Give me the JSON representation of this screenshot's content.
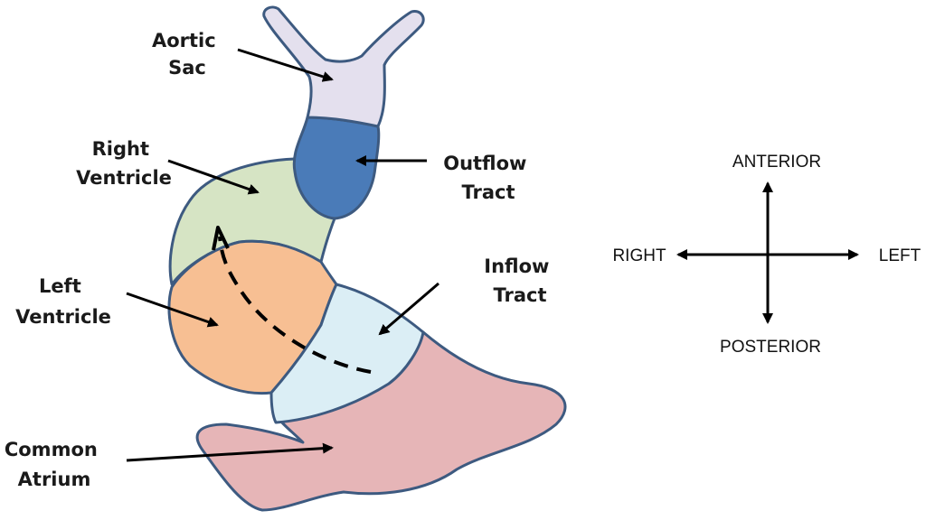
{
  "diagram": {
    "regions": {
      "aortic_sac": {
        "line1": "Aortic",
        "line2": "Sac",
        "color": "#e4e0ee"
      },
      "outflow_tract": {
        "line1": "Outflow",
        "line2": "Tract",
        "color": "#4a7bb8"
      },
      "right_ventricle": {
        "line1": "Right",
        "line2": "Ventricle",
        "color": "#d6e4c4"
      },
      "left_ventricle": {
        "line1": "Left",
        "line2": "Ventricle",
        "color": "#f7bf93"
      },
      "inflow_tract": {
        "line1": "Inflow",
        "line2": "Tract",
        "color": "#dbeef5"
      },
      "common_atrium": {
        "line1": "Common",
        "line2": "Atrium",
        "color": "#e6b5b7"
      }
    },
    "outline_color": "#3d5a80",
    "orientation": {
      "anterior": "ANTERIOR",
      "posterior": "POSTERIOR",
      "right": "RIGHT",
      "left": "LEFT"
    }
  }
}
